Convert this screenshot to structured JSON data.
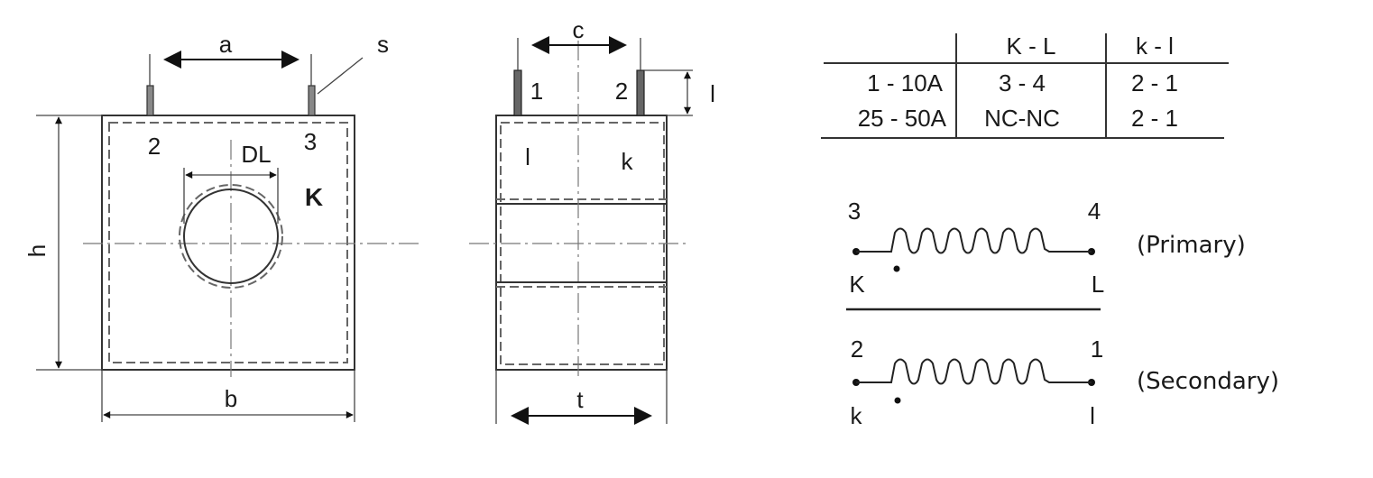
{
  "front_view": {
    "dim_a": "a",
    "dim_s": "s",
    "dim_h": "h",
    "dim_b": "b",
    "dim_dl": "DL",
    "terminal_2": "2",
    "terminal_3": "3",
    "marking_k": "K"
  },
  "side_view": {
    "dim_c": "c",
    "dim_l": "l",
    "dim_t": "t",
    "terminal_1": "1",
    "terminal_2": "2",
    "marking_l": "l",
    "marking_k": "k"
  },
  "table": {
    "headers": [
      "",
      "K - L",
      "k - l"
    ],
    "rows": [
      [
        "1 - 10A",
        "3 - 4",
        "2 - 1"
      ],
      [
        "25 - 50A",
        "NC-NC",
        "2 - 1"
      ]
    ]
  },
  "schematic": {
    "primary": {
      "left_num": "3",
      "right_num": "4",
      "left_letter": "K",
      "right_letter": "L",
      "label": "(Primary)"
    },
    "secondary": {
      "left_num": "2",
      "right_num": "1",
      "left_letter": "k",
      "right_letter": "l",
      "label": "(Secondary)"
    }
  }
}
